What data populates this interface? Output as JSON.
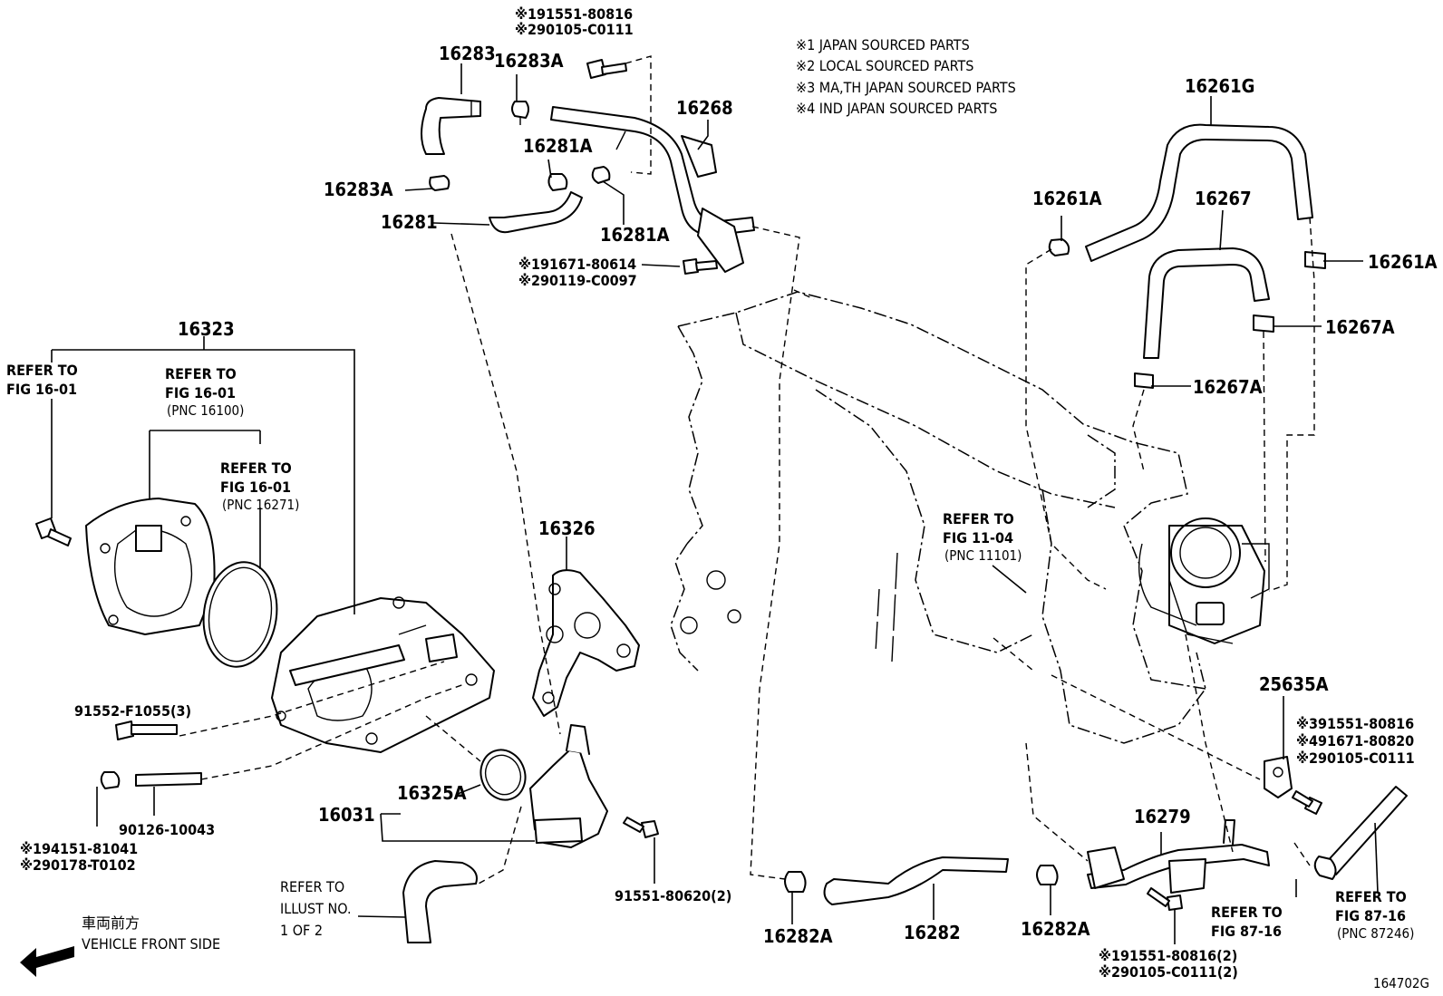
{
  "notes": [
    "※1 JAPAN SOURCED PARTS",
    "※2 LOCAL SOURCED PARTS",
    "※3 MA,TH JAPAN SOURCED PARTS",
    "※4 IND JAPAN SOURCED PARTS"
  ],
  "figure_id": "164702G",
  "direction": {
    "jp": "車両前方",
    "en": "VEHICLE FRONT SIDE"
  },
  "parts": {
    "p16283": "16283",
    "p16283A_top": "16283A",
    "p16283A_left": "16283A",
    "p16281": "16281",
    "p16281A_top": "16281A",
    "p16281A_bottom": "16281A",
    "p16268": "16268",
    "p16323": "16323",
    "p16326": "16326",
    "p16031": "16031",
    "p16325A": "16325A",
    "p16282": "16282",
    "p16282A_left": "16282A",
    "p16282A_right": "16282A",
    "p16279": "16279",
    "p16261G": "16261G",
    "p16261A_left": "16261A",
    "p16261A_right": "16261A",
    "p16267": "16267",
    "p16267A_right": "16267A",
    "p16267A_left": "16267A",
    "p25635A": "25635A",
    "p91552": "91552-F1055(3)",
    "p90126": "90126-10043",
    "p91551_80620": "91551-80620(2)"
  },
  "codes": {
    "top_bolt_1": "※191551-80816",
    "top_bolt_2": "※290105-C0111",
    "mid_bolt_1": "※191671-80614",
    "mid_bolt_2": "※290119-C0097",
    "nut_1": "※194151-81041",
    "nut_2": "※290178-T0102",
    "right_bolt_1": "※391551-80816",
    "right_bolt_2": "※491671-80820",
    "right_bolt_3": "※290105-C0111",
    "bottom_bolt_1": "※191551-80816(2)",
    "bottom_bolt_2": "※290105-C0111(2)"
  },
  "refs": {
    "ref_a": [
      "REFER TO",
      "FIG 16-01"
    ],
    "ref_b": [
      "REFER TO",
      "FIG 16-01",
      "(PNC 16100)"
    ],
    "ref_c": [
      "REFER TO",
      "FIG 16-01",
      "(PNC 16271)"
    ],
    "ref_d": [
      "REFER TO",
      "FIG 11-04",
      "(PNC 11101)"
    ],
    "ref_e": [
      "REFER TO",
      "ILLUST NO.",
      "1 OF 2"
    ],
    "ref_f": [
      "REFER TO",
      "FIG 87-16"
    ],
    "ref_g": [
      "REFER TO",
      "FIG 87-16",
      "(PNC 87246)"
    ]
  }
}
